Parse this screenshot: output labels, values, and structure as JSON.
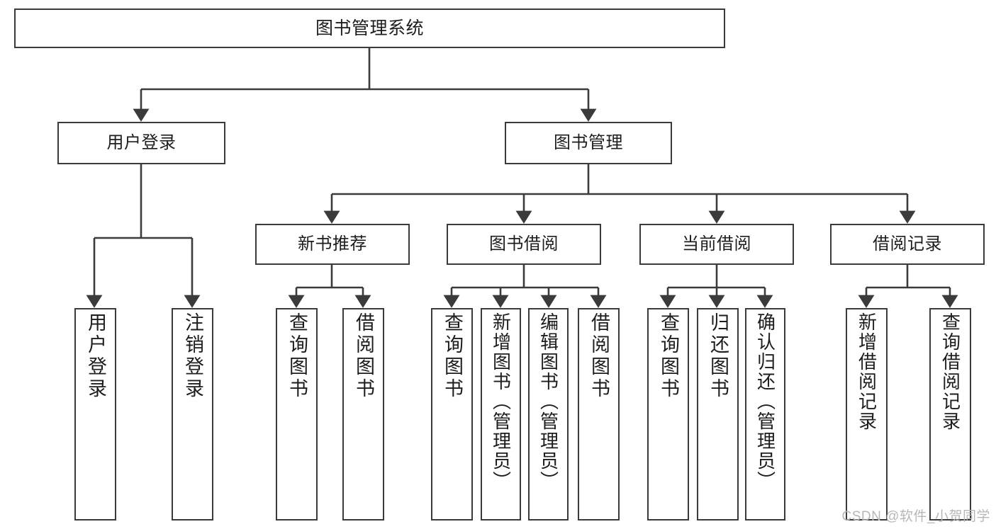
{
  "diagram": {
    "title": "图书管理系统",
    "type": "hierarchy-tree",
    "style": {
      "box_border_color": "#3b3b3b",
      "box_fill_color": "#ffffff",
      "connector_color": "#3b3b3b",
      "background_color": "#ffffff",
      "text_color": "#1d1d1d"
    },
    "root": {
      "label": "图书管理系统"
    },
    "level1": [
      {
        "label": "用户登录"
      },
      {
        "label": "图书管理"
      }
    ],
    "level2": [
      {
        "label": "新书推荐"
      },
      {
        "label": "图书借阅"
      },
      {
        "label": "当前借阅"
      },
      {
        "label": "借阅记录"
      }
    ],
    "leaves": {
      "user_login": [
        {
          "label": "用户登录"
        },
        {
          "label": "注销登录"
        }
      ],
      "new_book_recommend": [
        {
          "label": "查询图书"
        },
        {
          "label": "借阅图书"
        }
      ],
      "book_borrow": [
        {
          "label": "查询图书"
        },
        {
          "label": "新增图书（管理员）"
        },
        {
          "label": "编辑图书（管理员）"
        },
        {
          "label": "借阅图书"
        }
      ],
      "current_borrow": [
        {
          "label": "查询图书"
        },
        {
          "label": "归还图书"
        },
        {
          "label": "确认归还（管理员）"
        }
      ],
      "borrow_record": [
        {
          "label": "新增借阅记录"
        },
        {
          "label": "查询借阅记录"
        }
      ]
    }
  },
  "watermark": {
    "text": "CSDN @软件_小贺同学"
  }
}
